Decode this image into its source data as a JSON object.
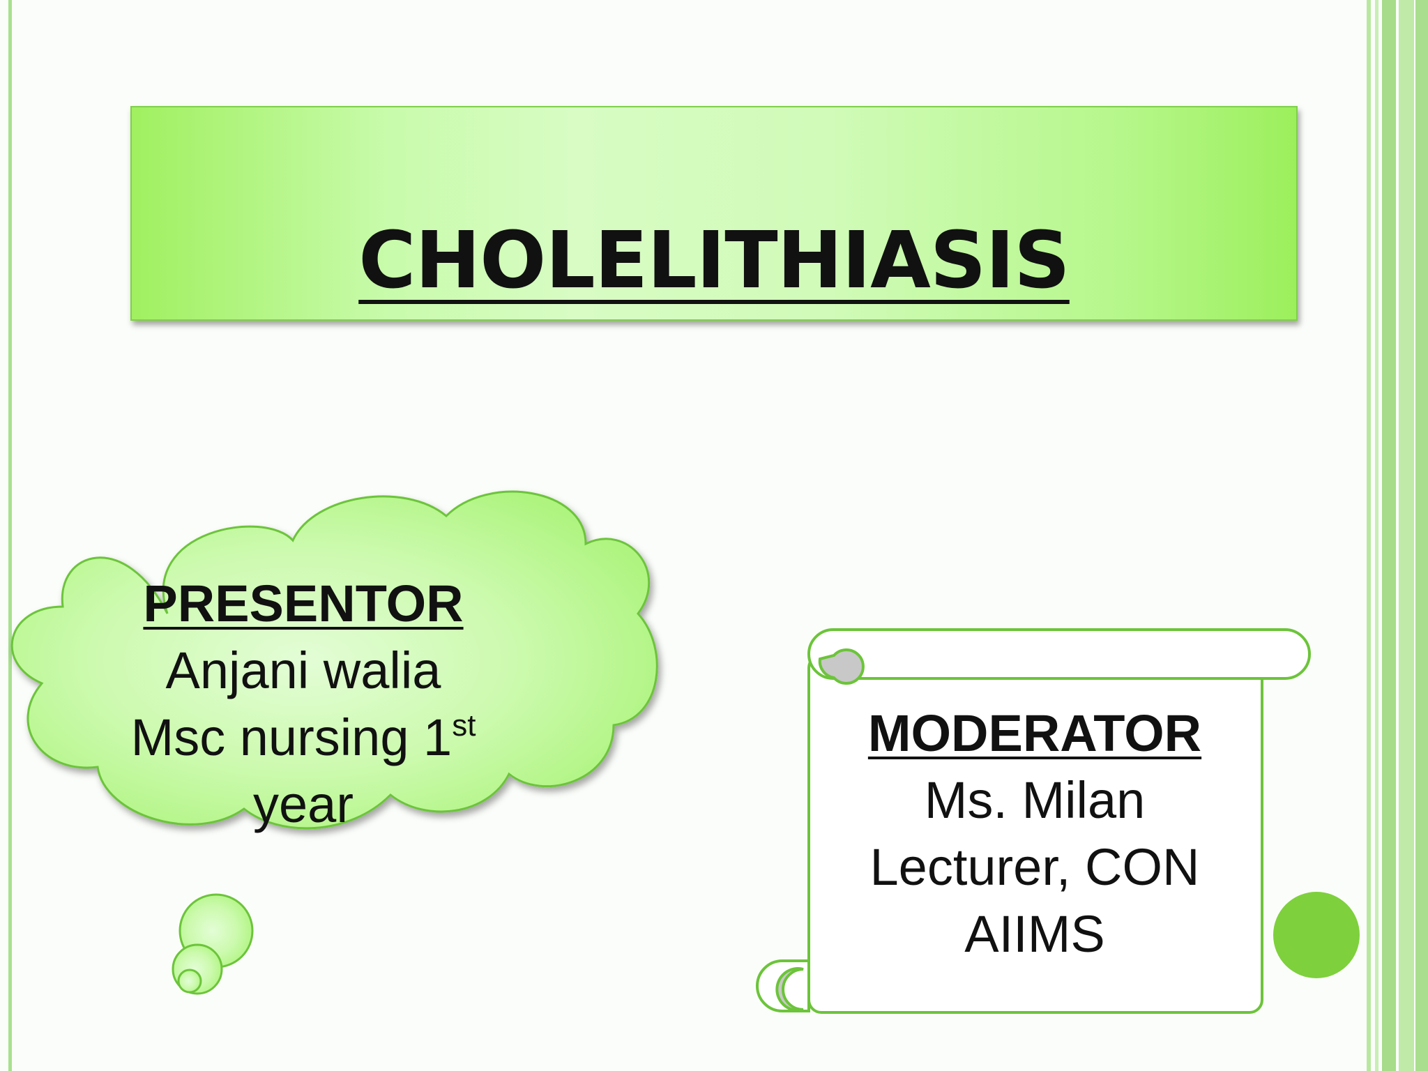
{
  "slide": {
    "title": "CHOLELITHIASIS",
    "presenter": {
      "heading": "PRESENTOR",
      "name": "Anjani walia",
      "course_prefix": "Msc nursing 1",
      "course_superscript": "st",
      "course_suffix": "year"
    },
    "moderator": {
      "heading": "MODERATOR",
      "name": "Ms. Milan",
      "position": "Lecturer, CON",
      "institution": "AIIMS"
    }
  },
  "colors": {
    "accent_green": "#7ed03c",
    "shape_fill_light": "#d9fcc6",
    "shape_fill_dark": "#aef485",
    "outline_green": "#6cc43a",
    "scroll_curl_gray": "#c8c8c8",
    "stripe_green": "#a8e090"
  }
}
